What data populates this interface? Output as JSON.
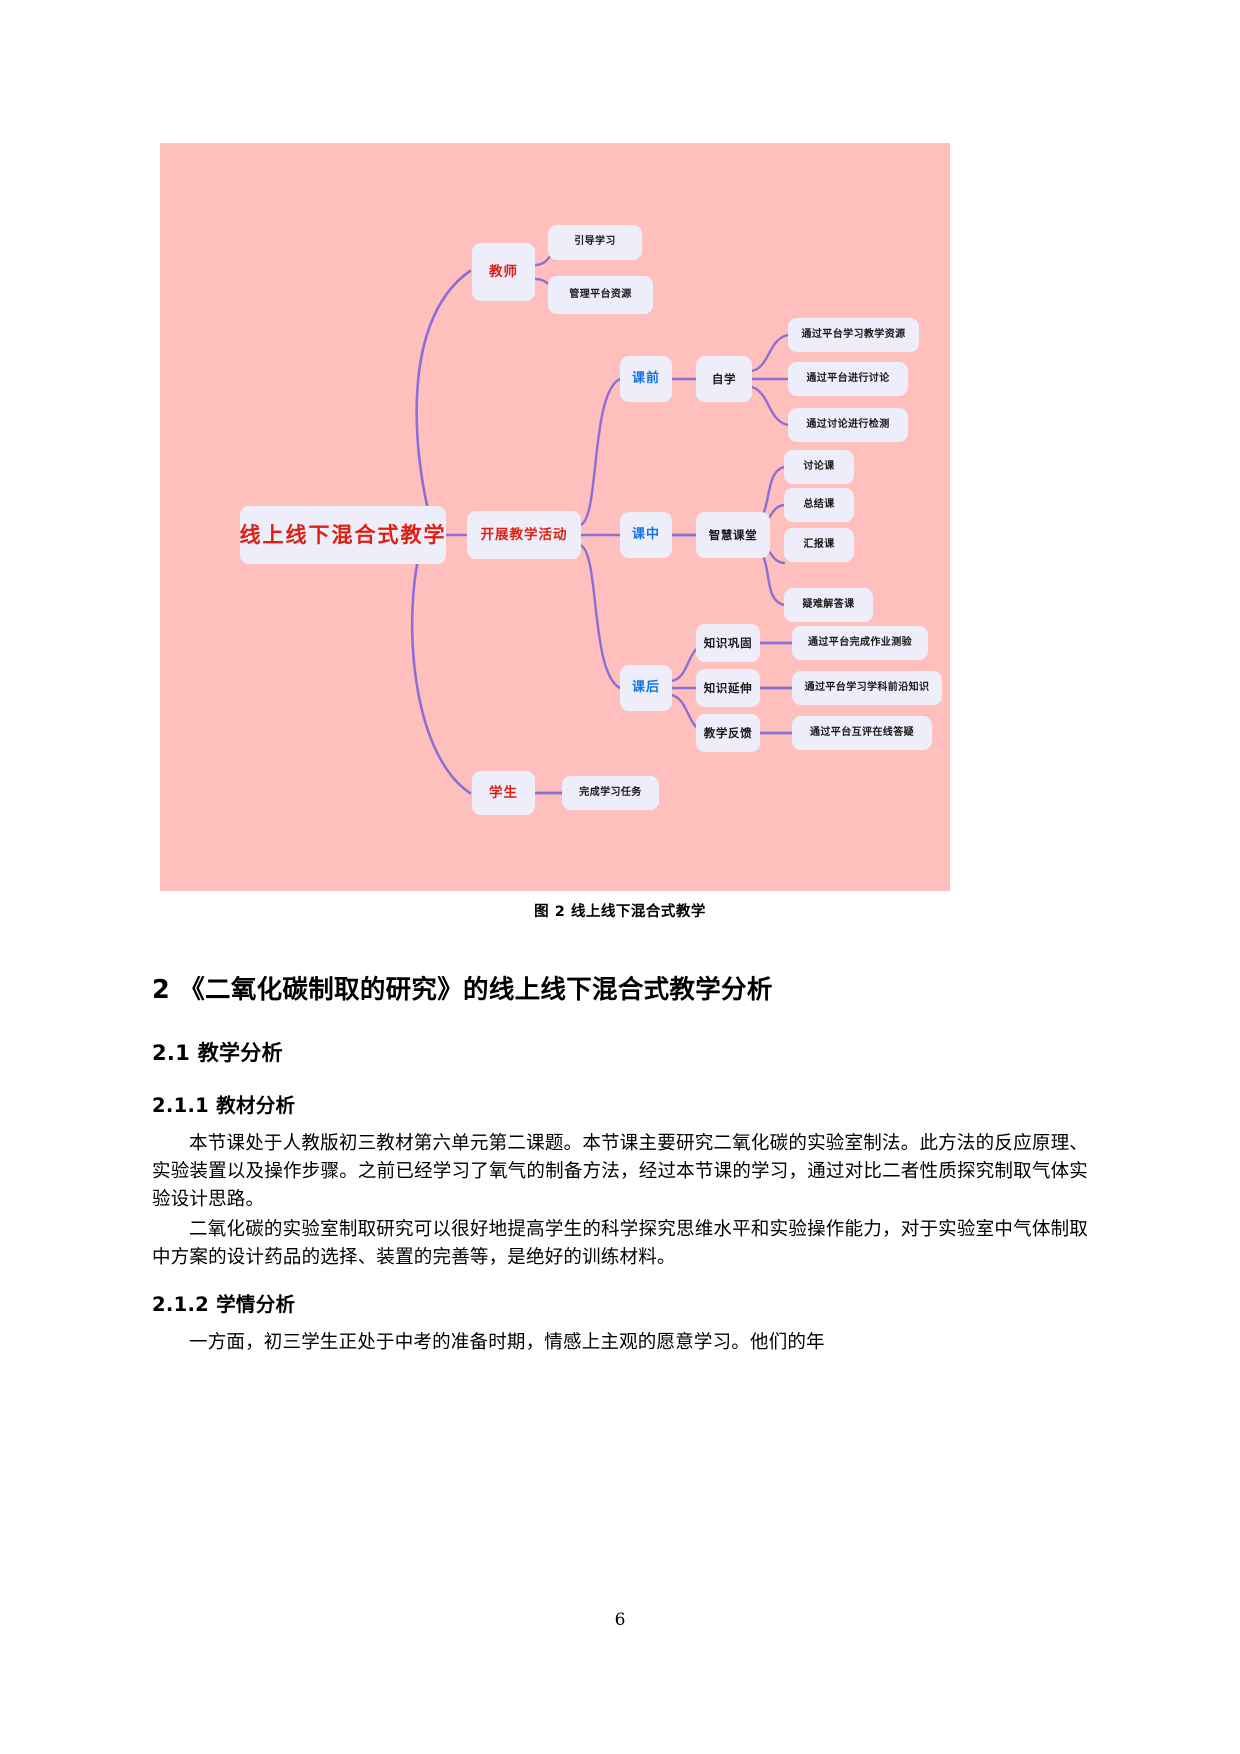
{
  "figure": {
    "caption": "图 2 线上线下混合式教学",
    "background_color": "#ffc0bd",
    "node_color": "#eeeefb",
    "link_color": "#8a6fd6",
    "root": "线上线下混合式教学",
    "branches": [
      {
        "label": "教师",
        "color": "#e01f12",
        "children": [
          {
            "label": "引导学习",
            "color": "#1473e6"
          },
          {
            "label": "管理平台资源",
            "color": "#1473e6"
          }
        ]
      },
      {
        "label": "开展教学活动",
        "color": "#e01f12",
        "children": [
          {
            "label": "课前",
            "color": "#1473e6",
            "children": [
              {
                "label": "自学",
                "color": "#1a1a1a",
                "children": [
                  {
                    "label": "通过平台学习教学资源"
                  },
                  {
                    "label": "通过平台进行讨论"
                  },
                  {
                    "label": "通过讨论进行检测"
                  }
                ]
              }
            ]
          },
          {
            "label": "课中",
            "color": "#1473e6",
            "children": [
              {
                "label": "智慧课堂",
                "color": "#1a1a1a",
                "children": [
                  {
                    "label": "讨论课"
                  },
                  {
                    "label": "总结课"
                  },
                  {
                    "label": "汇报课"
                  },
                  {
                    "label": "疑难解答课"
                  }
                ]
              }
            ]
          },
          {
            "label": "课后",
            "color": "#1473e6",
            "children": [
              {
                "label": "知识巩固",
                "color": "#1a1a1a",
                "children": [
                  {
                    "label": "通过平台完成作业测验"
                  }
                ]
              },
              {
                "label": "知识延伸",
                "color": "#1a1a1a",
                "children": [
                  {
                    "label": "通过平台学习学科前沿知识"
                  }
                ]
              },
              {
                "label": "教学反馈",
                "color": "#1a1a1a",
                "children": [
                  {
                    "label": "通过平台互评在线答疑"
                  }
                ]
              }
            ]
          }
        ]
      },
      {
        "label": "学生",
        "color": "#e01f12",
        "children": [
          {
            "label": "完成学习任务",
            "color": "#1473e6"
          }
        ]
      }
    ],
    "nodes": {
      "root": "线上线下混合式教学",
      "teacher": "教师",
      "teacher_c1": "引导学习",
      "teacher_c2": "管理平台资源",
      "activity": "开展教学活动",
      "pre": "课前",
      "pre_self": "自学",
      "pre_s1": "通过平台学习教学资源",
      "pre_s2": "通过平台进行讨论",
      "pre_s3": "通过讨论进行检测",
      "mid": "课中",
      "mid_smart": "智慧课堂",
      "mid_s1": "讨论课",
      "mid_s2": "总结课",
      "mid_s3": "汇报课",
      "mid_s4": "疑难解答课",
      "post": "课后",
      "post_a": "知识巩固",
      "post_a1": "通过平台完成作业测验",
      "post_b": "知识延伸",
      "post_b1": "通过平台学习学科前沿知识",
      "post_c": "教学反馈",
      "post_c1": "通过平台互评在线答疑",
      "student": "学生",
      "student_c1": "完成学习任务"
    }
  },
  "document": {
    "heading1": "2 《二氧化碳制取的研究》的线上线下混合式教学分析",
    "heading2": "2.1 教学分析",
    "heading3_1": "2.1.1 教材分析",
    "para1": "本节课处于人教版初三教材第六单元第二课题。本节课主要研究二氧化碳的实验室制法。此方法的反应原理、实验装置以及操作步骤。之前已经学习了氧气的制备方法，经过本节课的学习，通过对比二者性质探究制取气体实验设计思路。",
    "para2": "二氧化碳的实验室制取研究可以很好地提高学生的科学探究思维水平和实验操作能力，对于实验室中气体制取中方案的设计药品的选择、装置的完善等，是绝好的训练材料。",
    "heading3_2": "2.1.2 学情分析",
    "para3": "一方面，初三学生正处于中考的准备时期，情感上主观的愿意学习。他们的年",
    "page_number": "6"
  }
}
